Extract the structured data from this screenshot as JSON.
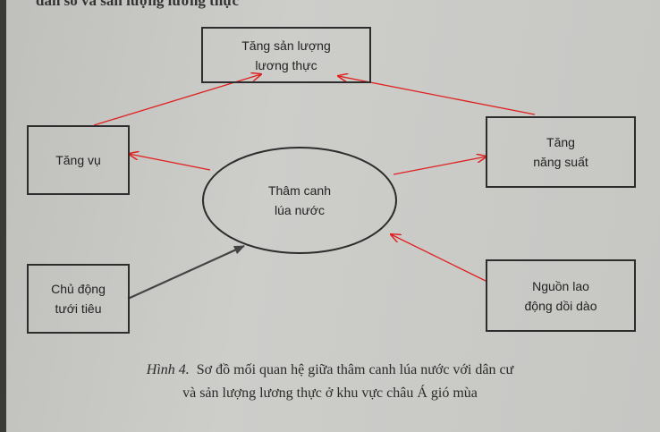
{
  "header_fragment": "dân số và sản lượng lương thực",
  "nodes": {
    "top": {
      "line1": "Tăng sản lượng",
      "line2": "lương thực"
    },
    "tang_vu": {
      "line1": "Tăng vụ"
    },
    "tang_nang_suat": {
      "line1": "Tăng",
      "line2": "năng suất"
    },
    "center": {
      "line1": "Thâm canh",
      "line2": "lúa nước"
    },
    "chu_dong": {
      "line1": "Chủ động",
      "line2": "tưới tiêu"
    },
    "nguon_lao_dong": {
      "line1": "Nguồn lao",
      "line2": "động dồi dào"
    }
  },
  "edges": [
    {
      "from": "Tăng vụ",
      "to": "Tăng sản lượng lương thực",
      "color": "#e02020"
    },
    {
      "from": "Tăng năng suất",
      "to": "Tăng sản lượng lương thực",
      "color": "#e02020"
    },
    {
      "from": "Thâm canh lúa nước",
      "to": "Tăng vụ",
      "color": "#e02020"
    },
    {
      "from": "Thâm canh lúa nước",
      "to": "Tăng năng suất",
      "color": "#e02020"
    },
    {
      "from": "Nguồn lao động dồi dào",
      "to": "Thâm canh lúa nước",
      "color": "#e02020"
    },
    {
      "from": "Chủ động tưới tiêu",
      "to": "Thâm canh lúa nước",
      "color": "#444444"
    }
  ],
  "caption": {
    "label": "Hình 4.",
    "line1": "Sơ đồ mối quan hệ giữa thâm canh lúa nước với dân cư",
    "line2": "và sản lượng lương thực ở khu vực châu Á gió mùa"
  }
}
